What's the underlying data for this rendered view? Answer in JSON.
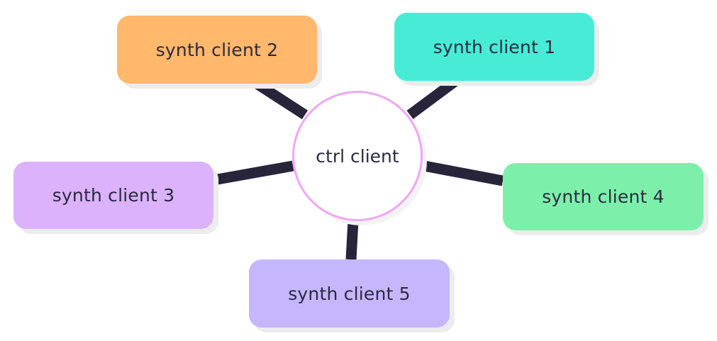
{
  "diagram": {
    "hub": {
      "label": "ctrl client",
      "border_color": "#f0a6f5"
    },
    "nodes": [
      {
        "id": "n1",
        "label": "synth client 1",
        "color": "#48ecd6"
      },
      {
        "id": "n2",
        "label": "synth client 2",
        "color": "#ffb86c"
      },
      {
        "id": "n3",
        "label": "synth client 3",
        "color": "#dbb2fb"
      },
      {
        "id": "n4",
        "label": "synth client 4",
        "color": "#7cf0ab"
      },
      {
        "id": "n5",
        "label": "synth client 5",
        "color": "#c6b6fd"
      }
    ],
    "edges": [
      {
        "from": "hub",
        "to": "n1"
      },
      {
        "from": "hub",
        "to": "n2"
      },
      {
        "from": "hub",
        "to": "n3"
      },
      {
        "from": "hub",
        "to": "n4"
      },
      {
        "from": "hub",
        "to": "n5"
      }
    ],
    "edge_color": "#28253b"
  }
}
